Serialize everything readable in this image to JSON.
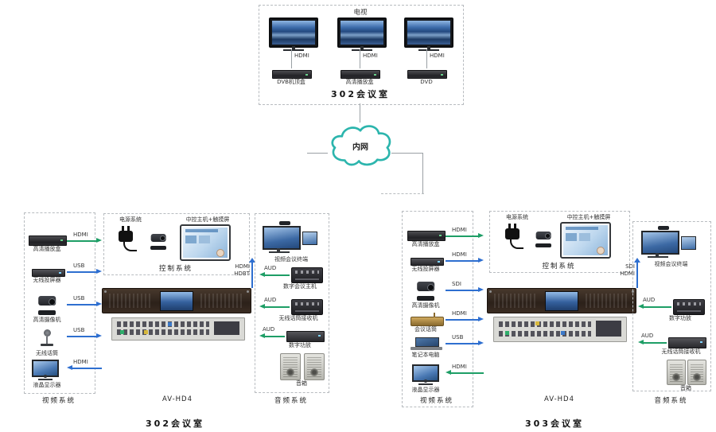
{
  "top_room": {
    "title": "电视",
    "room_label": "302会议室",
    "cables": [
      "HDMI",
      "HDMI",
      "HDMI"
    ],
    "sources": [
      "DVB机顶盒",
      "高清播放盒",
      "DVD"
    ]
  },
  "network": {
    "cloud_label": "内网"
  },
  "room302": {
    "room_label": "302会议室",
    "video": {
      "system_label": "视频系统",
      "devices": [
        {
          "name": "高清播放盒",
          "cable": "HDMI"
        },
        {
          "name": "无线投屏器",
          "cable": "USB"
        },
        {
          "name": "高清摄像机",
          "cable": "USB"
        },
        {
          "name": "无线话筒",
          "cable": "USB"
        },
        {
          "name": "液晶显示器",
          "cable": "HDMI"
        }
      ]
    },
    "control": {
      "system_label": "控制系统",
      "power_label": "电源系统",
      "touch_label": "中控主机+触摸屏"
    },
    "matrix_label": "AV-HD4",
    "links": [
      "HDMI",
      "HDBT"
    ],
    "audio": {
      "system_label": "音频系统",
      "terminal_label": "视频会议终端",
      "devices": [
        {
          "name": "数字会议主机",
          "cable": "AUD"
        },
        {
          "name": "无线话筒接收机",
          "cable": "AUD"
        },
        {
          "name": "数字功放",
          "cable": "AUD"
        }
      ],
      "speaker_label": "音箱"
    }
  },
  "room303": {
    "room_label": "303会议室",
    "video": {
      "system_label": "视频系统",
      "devices": [
        {
          "name": "高清播放盒",
          "cable": "HDMI"
        },
        {
          "name": "无线投屏器",
          "cable": "HDMI"
        },
        {
          "name": "高清摄像机",
          "cable": "SDI"
        },
        {
          "name": "会议话筒",
          "cable": "HDMI"
        },
        {
          "name": "笔记本电脑",
          "cable": "USB"
        },
        {
          "name": "液晶显示器",
          "cable": "HDMI"
        }
      ]
    },
    "control": {
      "system_label": "控制系统",
      "power_label": "电源系统",
      "touch_label": "中控主机+触摸屏"
    },
    "matrix_label": "AV-HD4",
    "links": [
      "SDI",
      "HDMI"
    ],
    "audio": {
      "system_label": "音频系统",
      "terminal_label": "视频会议终端",
      "devices": [
        {
          "name": "数字功放",
          "cable": "AUD"
        },
        {
          "name": "无线话筒接收机",
          "cable": "AUD"
        }
      ],
      "speaker_label": "音箱"
    }
  }
}
